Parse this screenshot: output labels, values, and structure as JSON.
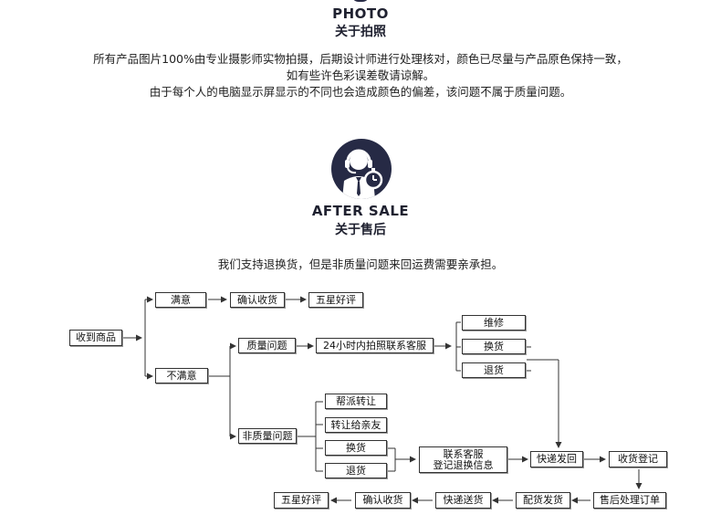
{
  "photo": {
    "title_en": "PHOTO",
    "title_cn": "关于拍照",
    "lines": [
      "所有产品图片100%由专业摄影师实物拍摄，后期设计师进行处理核对，颜色已尽量与产品原色保持一致，",
      "如有些许色彩误差敬请谅解。",
      "由于每个人的电脑显示屏显示的不同也会造成颜色的偏差，该问题不属于质量问题。"
    ]
  },
  "after_sale": {
    "icon": "customer-service-agent-icon",
    "title_en": "AFTER SALE",
    "title_cn": "关于售后",
    "policy": "我们支持退换货，但是非质量问题来回运费需要亲承担。"
  },
  "flow": {
    "received": "收到商品",
    "satisfied": "满意",
    "confirm_receipt_1": "确认收货",
    "five_star_1": "五星好评",
    "not_satisfied": "不满意",
    "quality_issue": "质量问题",
    "contact_24h": "24小时内拍照联系客服",
    "repair": "维修",
    "exchange_1": "换货",
    "return_1": "退货",
    "non_quality_issue": "非质量问题",
    "help_resell": "帮派转让",
    "transfer_friend": "转让给亲友",
    "exchange_2": "换货",
    "return_2": "退货",
    "contact_cs_l1": "联系客服",
    "contact_cs_l2": "登记退换信息",
    "express_return": "快递发回",
    "receive_register": "收货登记",
    "after_sale_order": "售后处理订单",
    "ship_goods": "配货发货",
    "express_delivery": "快递送货",
    "confirm_receipt_2": "确认收货",
    "five_star_2": "五星好评"
  }
}
